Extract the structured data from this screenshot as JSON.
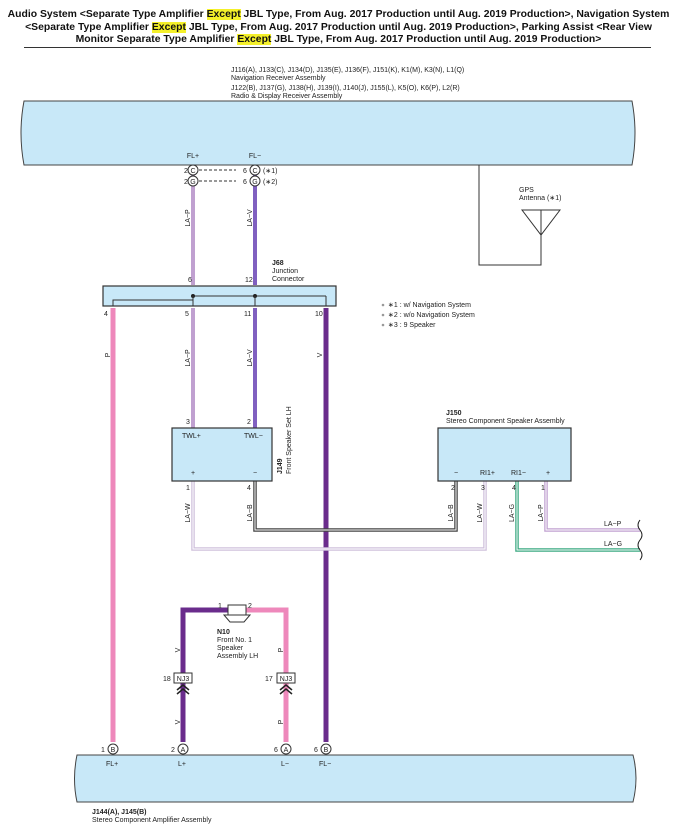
{
  "title": {
    "line1": [
      "Audio System <Separate Type Amplifier ",
      "Except",
      " JBL Type, From Aug. 2017 Production until Aug. 2019 Production>, Navigation System"
    ],
    "line2": [
      "<Separate Type Amplifier ",
      "Except",
      " JBL Type, From Aug. 2017 Production until Aug. 2019 Production>, Parking Assist <Rear View"
    ],
    "line3": [
      "Monitor Separate Type Amplifier ",
      "Except",
      " JBL Type, From Aug. 2017 Production until Aug. 2019 Production>"
    ]
  },
  "nav_receiver": {
    "connectors": "J116(A), J133(C), J134(D), J135(E), J136(F), J151(K), K1(M), K3(N), L1(Q)",
    "name": "Navigation Receiver Assembly",
    "connectors2": "J122(B), J137(G), J138(H), J139(I), J140(J), J155(L), K5(O), K6(P), L2(R)",
    "name2": "Radio & Display Receiver Assembly",
    "pin_fl_plus": "FL+",
    "pin_fl_minus": "FL−"
  },
  "splices": {
    "left_pin": "2",
    "left_c": "C",
    "left_g": "G",
    "right_pin": "6",
    "right_c": "C",
    "right_g": "G",
    "note1": "(∗1)",
    "note2": "(∗2)"
  },
  "gps": {
    "line1": "GPS",
    "line2": "Antenna (∗1)"
  },
  "wires": {
    "la_p": "LA−P",
    "la_v": "LA−V",
    "p": "P",
    "v": "V",
    "la_w": "LA−W",
    "la_b": "LA−B",
    "la_g": "LA−G"
  },
  "junction": {
    "id": "J68",
    "name1": "Junction",
    "name2": "Connector",
    "pin_top_6": "6",
    "pin_top_12": "12",
    "pin_4": "4",
    "pin_5": "5",
    "pin_11": "11",
    "pin_10": "10"
  },
  "legend": {
    "items": [
      "∗1 : w/ Navigation System",
      "∗2 : w/o Navigation System",
      "∗3 : 9 Speaker"
    ]
  },
  "speaker_lh": {
    "id": "J149",
    "name": "Front Speaker Set LH",
    "pin_3": "3",
    "pin_2": "2",
    "twl_plus": "TWL+",
    "twl_minus": "TWL−",
    "plus": "+",
    "minus": "−",
    "pin_1": "1",
    "pin_4": "4"
  },
  "component_speaker": {
    "id": "J150",
    "name": "Stereo Component Speaker Assembly",
    "minus": "−",
    "ri1_plus": "RI1+",
    "ri1_minus": "RI1−",
    "plus": "+",
    "pin_2": "2",
    "pin_3": "3",
    "pin_4": "4",
    "pin_1": "1",
    "out_la_p": "LA−P",
    "out_la_g": "LA−G"
  },
  "n10": {
    "id": "N10",
    "line1": "Front No. 1",
    "line2": "Speaker",
    "line3": "Assembly LH",
    "pin_1": "1",
    "pin_2": "2"
  },
  "nj3": {
    "label": "NJ3",
    "pin_18": "18",
    "pin_17": "17"
  },
  "amplifier": {
    "id": "J144(A), J145(B)",
    "name": "Stereo Component Amplifier Assembly",
    "pins": [
      {
        "num": "1",
        "conn": "B",
        "label": "FL+"
      },
      {
        "num": "2",
        "conn": "A",
        "label": "L+"
      },
      {
        "num": "6",
        "conn": "A",
        "label": "L−"
      },
      {
        "num": "6",
        "conn": "B",
        "label": "FL−"
      }
    ]
  },
  "colors": {
    "box_fill": "#c8e8f8",
    "pink": "#ee88bb",
    "purple": "#6a2c8c",
    "lavender": "#c0a0d0",
    "lavender_light": "#cfc0dc",
    "violet": "#8060c0",
    "black": "#333333",
    "green": "#3aa880"
  }
}
